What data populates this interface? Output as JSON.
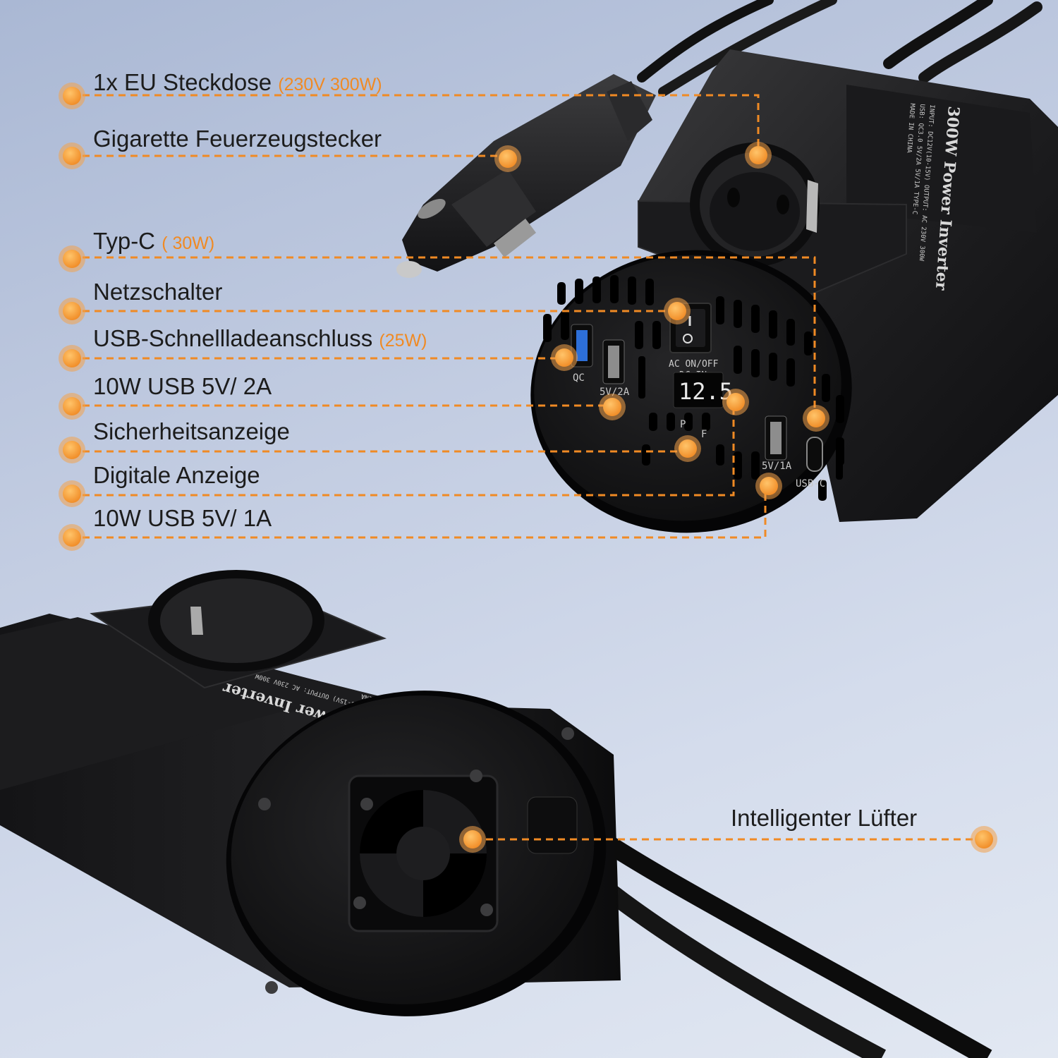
{
  "accent_color": "#f08a24",
  "callouts": [
    {
      "label": "1x EU Steckdose",
      "spec": "(230V 300W)"
    },
    {
      "label": "Gigarette Feuerzeugstecker",
      "spec": ""
    },
    {
      "label": "Typ-C",
      "spec": "( 30W)"
    },
    {
      "label": "Netzschalter",
      "spec": ""
    },
    {
      "label": "USB-Schnellladeanschluss",
      "spec": "(25W)"
    },
    {
      "label": "10W USB 5V/ 2A",
      "spec": ""
    },
    {
      "label": "Sicherheitsanzeige",
      "spec": ""
    },
    {
      "label": "Digitale Anzeige",
      "spec": ""
    },
    {
      "label": "10W USB 5V/ 1A",
      "spec": ""
    }
  ],
  "fan_callout": {
    "label": "Intelligenter Lüfter"
  },
  "device_print": {
    "brand_line": "300W Power Inverter",
    "port_qc": "QC",
    "port_5v2a": "5V/2A",
    "port_5v1a": "5V/1A",
    "port_usbc": "USB-C",
    "switch_label": "AC ON/OFF",
    "display_label": "DC IN",
    "display_value": "12.5",
    "led_p": "P",
    "led_f": "F"
  },
  "icons": [
    "product-photo-inverter",
    "cigarette-plug-icon",
    "eu-socket-icon",
    "cooling-fan-icon"
  ]
}
